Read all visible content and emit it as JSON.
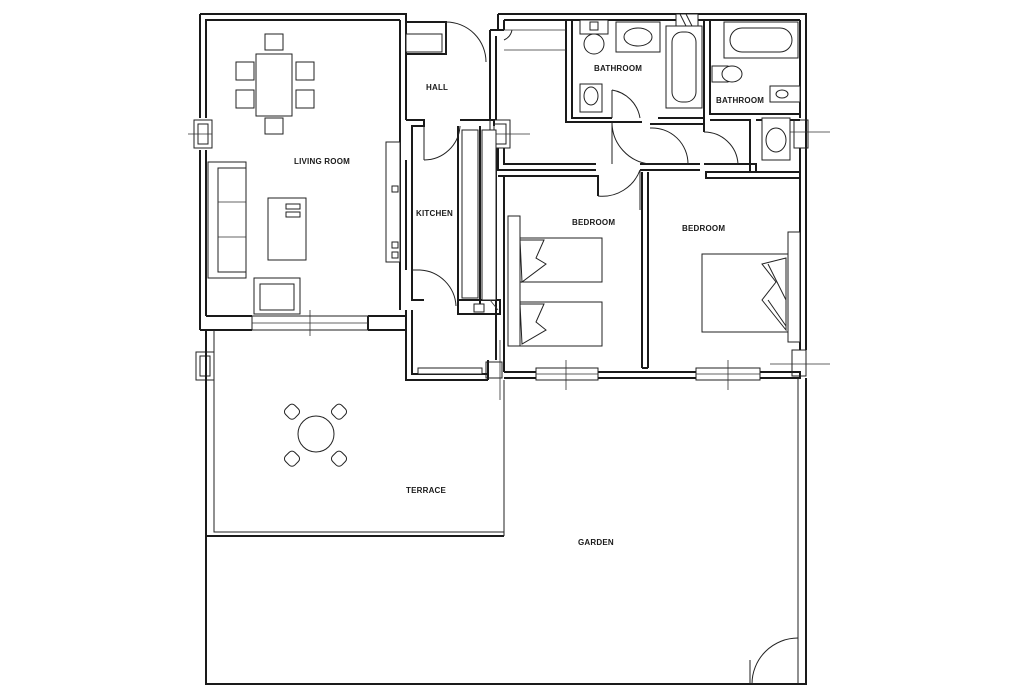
{
  "floorplan": {
    "rooms": {
      "living_room": "LIVING ROOM",
      "hall": "HALL",
      "kitchen": "KITCHEN",
      "bathroom_main": "BATHROOM",
      "bathroom_ensuite": "BATHROOM",
      "bedroom_twin": "BEDROOM",
      "bedroom_double": "BEDROOM",
      "terrace": "TERRACE",
      "garden": "GARDEN"
    },
    "colors": {
      "line": "#1a1a1a",
      "background": "#ffffff"
    }
  }
}
